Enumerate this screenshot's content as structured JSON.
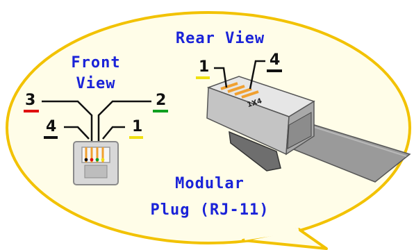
{
  "labels": {
    "rear_view": "Rear View",
    "front_view_line1": "Front",
    "front_view_line2": "View",
    "plug_line1": "Modular",
    "plug_line2": "Plug (RJ-11)",
    "plug_marking": "1X4"
  },
  "pins": {
    "front": [
      {
        "label": "3",
        "underline_color": "#e01010"
      },
      {
        "label": "2",
        "underline_color": "#10a020"
      },
      {
        "label": "4",
        "underline_color": "#111111"
      },
      {
        "label": "1",
        "underline_color": "#f0e010"
      }
    ],
    "rear": [
      {
        "label": "1",
        "underline_color": "#f0e010"
      },
      {
        "label": "4",
        "underline_color": "#111111"
      }
    ]
  },
  "colors": {
    "title_blue": "#1a23d8",
    "ellipse_fill": "#fffde8",
    "ellipse_stroke": "#f2c200",
    "contact_orange": "#f0a030",
    "plug_gray": "#cfcfcf",
    "cable_gray": "#9a9a9a"
  },
  "icons": {
    "bubble": "speech-bubble-shape",
    "front_jack": "rj11-front-view-jack",
    "rear_plug": "rj11-modular-plug-rear-view"
  }
}
